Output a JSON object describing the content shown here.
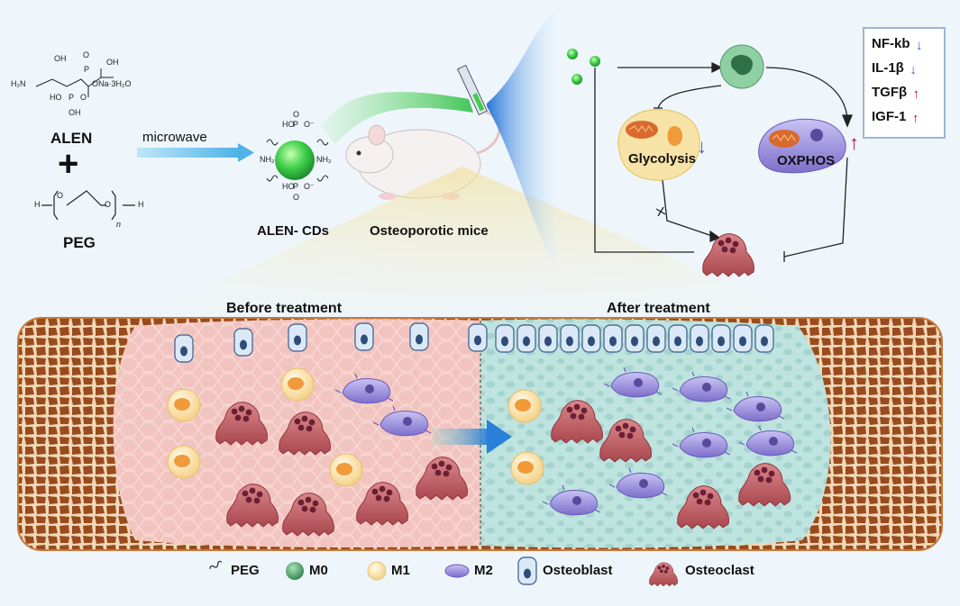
{
  "chemistry": {
    "alen_label": "ALEN",
    "alen_formula": [
      "OH",
      "O",
      "OH",
      "P",
      "H₂N",
      "ONa·3H₂O",
      "HO",
      "P",
      "O",
      "OH"
    ],
    "plus": "+",
    "peg_label": "PEG",
    "peg_formula": [
      "H",
      "O",
      "O",
      "H",
      "n"
    ],
    "microwave_label": "microwave"
  },
  "nanoparticle": {
    "label": "ALEN- CDs",
    "groups": [
      "HO",
      "P",
      "O⁻",
      "O",
      "NH₂",
      "NH₂",
      "HO",
      "P",
      "O⁻",
      "O"
    ]
  },
  "mouse": {
    "label": "Osteoporotic mice"
  },
  "pathway": {
    "glycolysis_label": "Glycolysis",
    "oxphos_label": "OXPHOS",
    "markers": [
      {
        "name": "NF-kb",
        "direction": "down"
      },
      {
        "name": "IL-1β",
        "direction": "down"
      },
      {
        "name": "TGFβ",
        "direction": "up"
      },
      {
        "name": "IGF-1",
        "direction": "up"
      }
    ],
    "arrow_colors": {
      "down": "#3a5fb8",
      "up": "#b0104a"
    }
  },
  "panels": {
    "before_title": "Before treatment",
    "after_title": "After treatment"
  },
  "legend": [
    {
      "icon": "peg-squiggle-icon",
      "label": "PEG"
    },
    {
      "icon": "m0-macrophage-icon",
      "label": "M0"
    },
    {
      "icon": "m1-macrophage-icon",
      "label": "M1"
    },
    {
      "icon": "m2-macrophage-icon",
      "label": "M2"
    },
    {
      "icon": "osteoblast-icon",
      "label": "Osteoblast"
    },
    {
      "icon": "osteoclast-icon",
      "label": "Osteoclast"
    }
  ],
  "colors": {
    "bone": "#9a4b1d",
    "before_bg": "#f3c9c6",
    "after_bg": "#c4e6e2",
    "m0": "#2e9a5a",
    "m1": "#f6dc9c",
    "m2": "#9a8fdb",
    "osteoclast": "#c8646a",
    "nanoparticle": "#3fcf4a"
  }
}
